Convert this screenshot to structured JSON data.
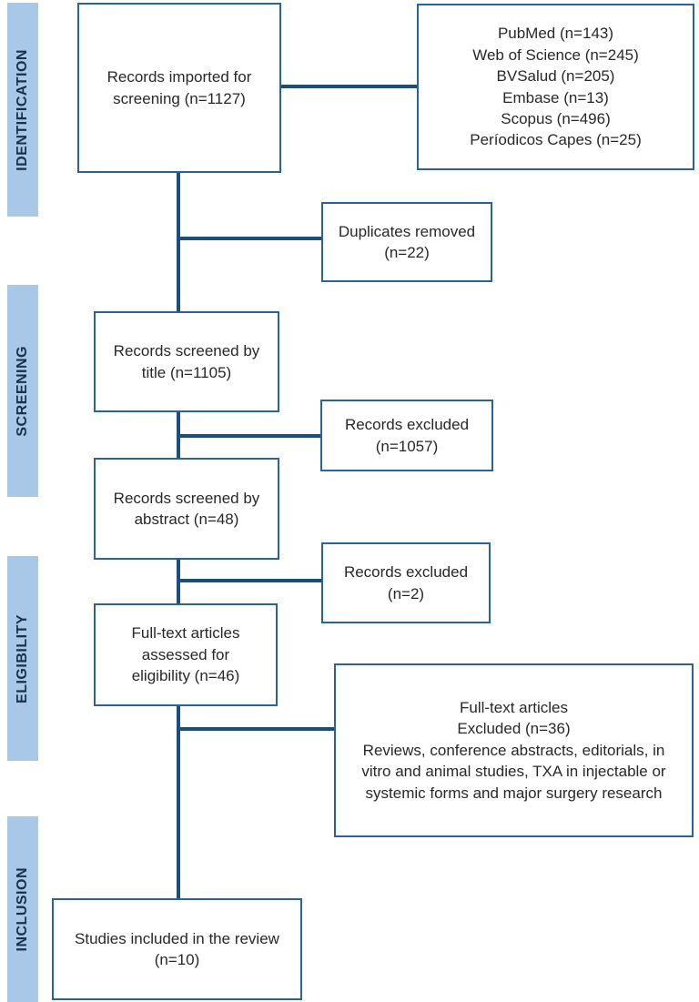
{
  "palette": {
    "band_fill": "#a9c7e6",
    "band_text": "#17324e",
    "box_border": "#2a6399",
    "connector_line": "#1a4e7d",
    "box_text": "#282828",
    "background": "#ffffff"
  },
  "stages": [
    {
      "label": "IDENTIFICATION"
    },
    {
      "label": "SCREENING"
    },
    {
      "label": "ELIGIBILITY"
    },
    {
      "label": "INCLUSION"
    }
  ],
  "boxes": {
    "records_imported": {
      "lines": [
        "Records imported for",
        "screening (n=1127)"
      ]
    },
    "databases": {
      "lines": [
        "PubMed (n=143)",
        "Web of Science (n=245)",
        "BVSalud (n=205)",
        "Embase (n=13)",
        "Scopus (n=496)",
        "Períodicos Capes (n=25)"
      ]
    },
    "duplicates": {
      "lines": [
        "Duplicates removed",
        "(n=22)"
      ]
    },
    "screened_title": {
      "lines": [
        "Records screened by",
        "title (n=1105)"
      ]
    },
    "excluded_title": {
      "lines": [
        "Records excluded",
        "(n=1057)"
      ]
    },
    "screened_abstract": {
      "lines": [
        "Records screened by",
        "abstract (n=48)"
      ]
    },
    "excluded_abstract": {
      "lines": [
        "Records excluded",
        "(n=2)"
      ]
    },
    "fulltext_assessed": {
      "lines": [
        "Full-text articles",
        "assessed for",
        "eligibility (n=46)"
      ]
    },
    "fulltext_excluded": {
      "lines": [
        "Full-text articles",
        "Excluded (n=36)",
        "Reviews, conference abstracts, editorials, in",
        "vitro and animal studies, TXA in injectable or",
        "systemic forms and major surgery research"
      ]
    },
    "included": {
      "lines": [
        "Studies included in the review",
        "(n=10)"
      ]
    }
  }
}
